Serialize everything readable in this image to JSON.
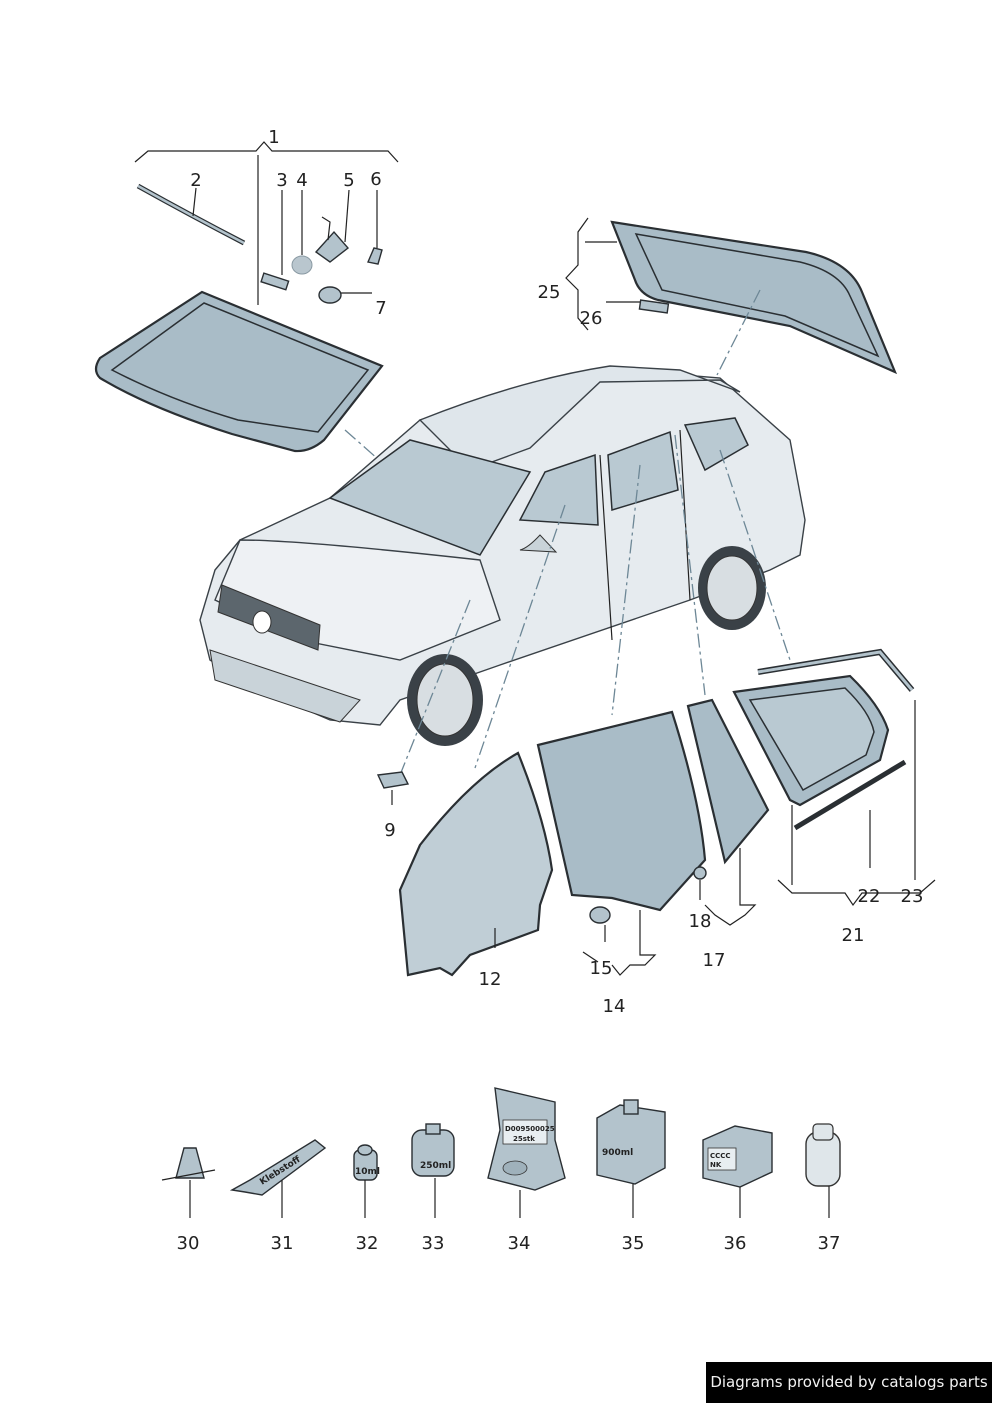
{
  "callouts": {
    "c1": "1",
    "c2": "2",
    "c3": "3",
    "c4": "4",
    "c5": "5",
    "c6": "6",
    "c7": "7",
    "c9": "9",
    "c12": "12",
    "c14": "14",
    "c15": "15",
    "c17": "17",
    "c18": "18",
    "c21": "21",
    "c22": "22",
    "c23": "23",
    "c25": "25",
    "c26": "26",
    "c30": "30",
    "c31": "31",
    "c32": "32",
    "c33": "33",
    "c34": "34",
    "c35": "35",
    "c36": "36",
    "c37": "37"
  },
  "product_labels": {
    "tube": "Klebstoff",
    "small_bottle": "10ml",
    "can": "250ml",
    "bag_line1": "D009500025",
    "bag_line2": "25stk",
    "canister": "900ml",
    "box_line1": "CCCC",
    "box_line2": "NK"
  },
  "colors": {
    "glass": "#a9bcc7",
    "body": "#e6ebef",
    "outline": "#2a2f33"
  },
  "footer": {
    "credit": "Diagrams provided by catalogs parts"
  }
}
